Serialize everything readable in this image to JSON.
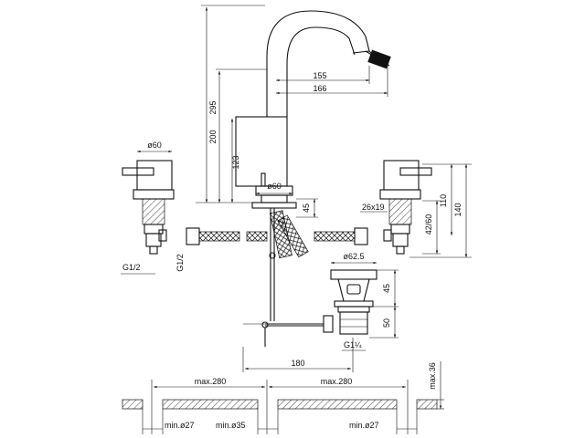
{
  "dimensions": {
    "spout_height_total": "295",
    "spout_height_mid": "200",
    "spout_height_inner": "123",
    "spout_reach_155": "155",
    "spout_reach_166": "166",
    "base_diameter": "ø60",
    "base_height": "45",
    "left_handle_diameter": "ø60",
    "left_thread_g12a": "G1/2",
    "left_thread_g12b": "G1/2",
    "right_nut": "26x19",
    "right_dia_range": "42/60",
    "right_height_110": "110",
    "right_height_140": "140",
    "waste_diameter": "ø62.5",
    "waste_h45": "45",
    "waste_h50": "50",
    "waste_thread": "G1¼",
    "rod_length": "180",
    "max_left": "max.280",
    "max_right": "max.280",
    "min_left": "min.ø27",
    "min_center": "min.ø35",
    "min_right": "min.ø27",
    "max_thickness": "max.36"
  },
  "colors": {
    "stroke": "#111111",
    "background": "#ffffff"
  }
}
